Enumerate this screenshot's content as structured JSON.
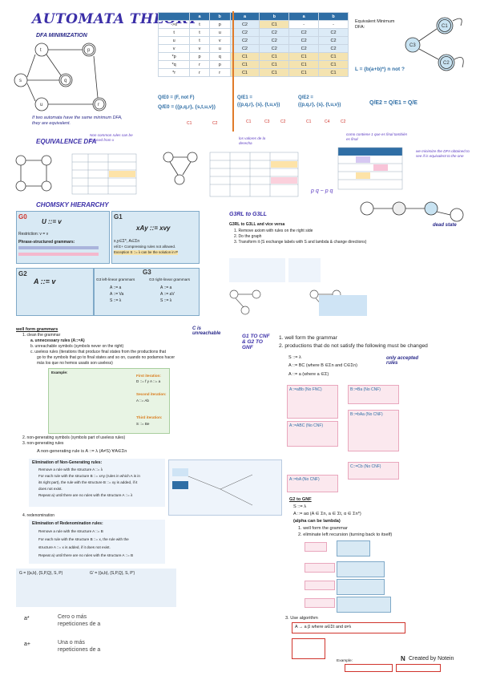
{
  "title": "AUTOMATA THEORY",
  "dfa_min": {
    "heading": "DFA MINIMIZATION",
    "note": "If two automata have the same minimum DFA, they are equivalent.",
    "table_head": [
      "",
      "a",
      "b",
      "a",
      "b",
      "a",
      "b"
    ],
    "table_rows": [
      [
        "->s",
        "t",
        "p",
        "C2",
        "C1",
        "-",
        "-"
      ],
      [
        "t",
        "t",
        "u",
        "C2",
        "C2",
        "C2",
        "C2"
      ],
      [
        "u",
        "t",
        "v",
        "C2",
        "C2",
        "C2",
        "C2"
      ],
      [
        "v",
        "v",
        "u",
        "C2",
        "C2",
        "C2",
        "C2"
      ],
      [
        "*p",
        "p",
        "q",
        "C1",
        "C1",
        "C1",
        "C1"
      ],
      [
        "*q",
        "r",
        "p",
        "C1",
        "C1",
        "C1",
        "C1"
      ],
      [
        "*r",
        "r",
        "r",
        "C1",
        "C1",
        "C1",
        "C1"
      ]
    ],
    "q0": "Q/E0 = (F, not F)",
    "q0b": "Q/E0 = ({p,q,r}, {s,t,u,v})",
    "q1": "Q/E1 =",
    "q1b": "({p,q,r}, {s}, {t,u,v})",
    "q2": "Q/E2 =",
    "q2b": "({p,q,r}, {s}, {t,u,v})",
    "result": "Q/E2 = Q/E1 = Q/E",
    "equiv_label": "Equivalent Minimum DFA:",
    "lang": "L = {b(a+b)*} n not ?",
    "classes": [
      "C1",
      "C2",
      "C1",
      "C3",
      "C2",
      "C1",
      "C4",
      "C2"
    ]
  },
  "equiv": {
    "heading": "EQUIVALENCE DFA",
    "note1": "Non common rules can be induced from x",
    "note2": "los valores de la derecha",
    "note3": "como contiene 1 que es final también es final",
    "note4": "we minimize the DFA obtained to see if is equivalent to the one",
    "dead": "dead state"
  },
  "chomsky": {
    "heading": "CHOMSKY HIERARCHY",
    "g0": "G0",
    "g0_rule": "U ::= v",
    "g0_r": "Restriction: v = v",
    "g0_p": "Phrase-structured grammars:",
    "g1": "G1",
    "g1_rule": "xAy ::= xvy",
    "g1_a": "x,y∈Σ*, A∈Σn",
    "g1_b": "v∈Σ+ Compressing rules not allowed.",
    "g1_c": "Exception S ::= λ can be the solution in P",
    "g2": "G2",
    "g2_rule": "A ::= v",
    "g3": "G3",
    "g3_left": "G3 left-linear grammars",
    "g3_right": "G3 right-linear grammars",
    "g3_l1": "A ::= a",
    "g3_l2": "A ::= Va",
    "g3_l3": "S ::= λ",
    "g3_r1": "A ::= a",
    "g3_r2": "A ::= aV",
    "g3_r3": "S ::= λ",
    "side": "C is unreachable"
  },
  "well": {
    "heading": "well form grammars",
    "i1": "1. clean the grammar",
    "a": "a. unnecessary rules (A::=A)",
    "b": "b. unreachable symbols (symbols never on the right)",
    "c": "c. useless rules (iterations that produce final states from the productions that",
    "c2": "go to the symbols that go to final states and so on, cuando no podamos hacer",
    "c3": "más los que no hemos usado son useless)",
    "i2": "2. non-generating symbols (symbols part of useless rules)",
    "i3": "3. non-generating rules",
    "rule": "A non-generating rule is A ::= λ (A≠S) ∀A∈Σn",
    "elim_ng": "Elimination of Non-Generating rules:",
    "e1": "Remove a rule with the structure A ::= λ",
    "e2": "For each rule with the structure B ::= xAy (rules in which A is in",
    "e2b": "its right part), the rule with the structure B ::= xy is added, if it",
    "e2c": "does not exist.",
    "e3": "Repeat a) until there are no rules with the structure A ::= λ",
    "i4": "4. redenomination",
    "elim_r": "Elimination of Redenomination rules:",
    "r1": "Remove a rule with the structure A ::= B",
    "r2": "For each rule with the structure B ::= x, the rule with the",
    "r2b": "structure A ::= x is added, if it does not exist.",
    "r3": "Repeat a) until there are no rules with the structure A ::= B",
    "g_left": "G = ({a,b}, {S,P,Q}, S, P)",
    "g_right": "G' = ({a,b}, {S,P,Q}, S, P')",
    "a_star": "a*",
    "a_star_t": "Cero o más repeticiones de a",
    "a_plus": "a+",
    "a_plus_t": "Una o más repeticiones de a"
  },
  "g3rl": {
    "heading": "G3RL to G3LL",
    "sub": "G3RL to G3LL and vice versa",
    "s1": "1. Remove axiom with rules on the right side",
    "s2": "2. Do the graph",
    "s3": "3. Transform it (S exchange labels with S and lambda & change directions)"
  },
  "gnf": {
    "heading": "G1 TO CNF & G2 TO GNF",
    "i1": "1. well form the grammar",
    "i2": "2. productions that do not satisfy the following must be changed",
    "only": "only accepted rules",
    "rA": "S ::= λ",
    "rB": "A ::= BC (where B ∈Σn and C∈Σn)",
    "rC": "A ::= a (where a ∈Σ)",
    "cnf1": "A::=aBb (No FNC)",
    "cnf2": "B::=Ba (No CNF)",
    "cnf3": "A::=ABC (No CNF)",
    "cnf4": "B::=bAa (No CNF)",
    "cnf5": "A::=bA (No CNF)",
    "cnf6": "C::=Cb (No CNF)",
    "g2gnf": "G2 to GNF",
    "g1": "S ::= λ",
    "g2": "A ::= aα (A ∈ Σn, a ∈ Σt, α ∈ Σn*)",
    "g3": "(alpha can be lambda)",
    "s1": "1. well form the grammar",
    "s2": "2. eliminate left recursion (turning back to itself)",
    "s3": "3. Use algorithm",
    "alg": "A → a β where a∈Σt and α≠λ",
    "example": "Example:",
    "credit": "Created by Notein"
  }
}
